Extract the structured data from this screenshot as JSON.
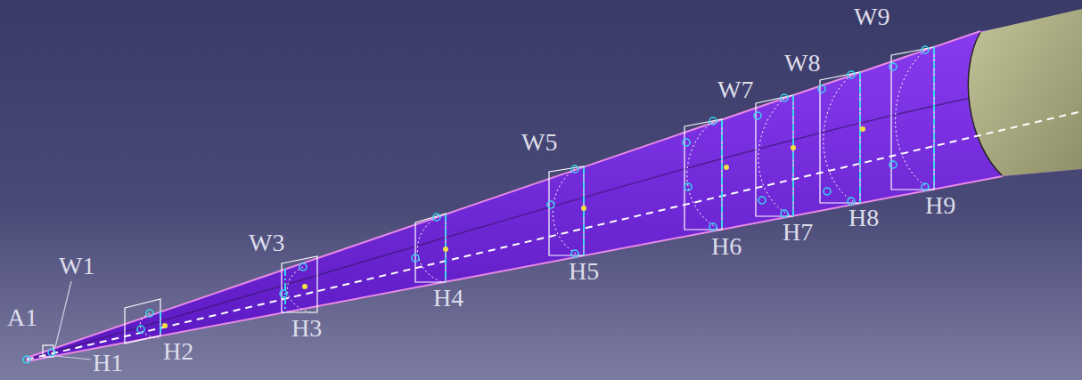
{
  "diagram": {
    "labels": [
      "A1",
      "W1",
      "H1",
      "H2",
      "W3",
      "H3",
      "H4",
      "W5",
      "H5",
      "H6",
      "W7",
      "H7",
      "W8",
      "H8",
      "W9",
      "H9"
    ]
  }
}
